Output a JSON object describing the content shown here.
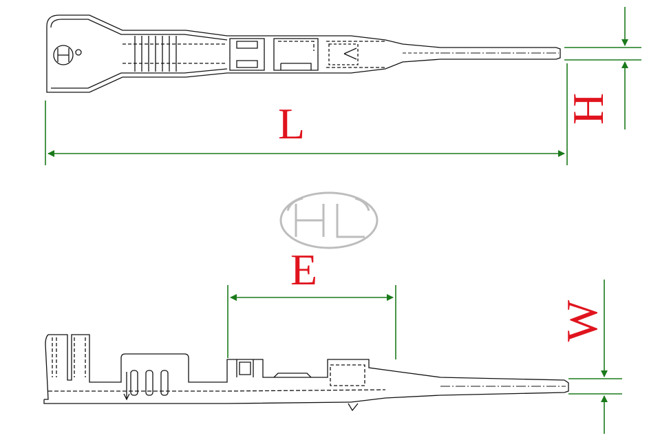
{
  "dimensions": {
    "length": "L",
    "height": "H",
    "pitch": "E",
    "width": "W"
  },
  "logo": {
    "text": "HL"
  },
  "colors": {
    "outline": "#111111",
    "dimension_line": "#1a7a1a",
    "dimension_label": "#e0141e",
    "watermark": "#bdbdbd"
  }
}
